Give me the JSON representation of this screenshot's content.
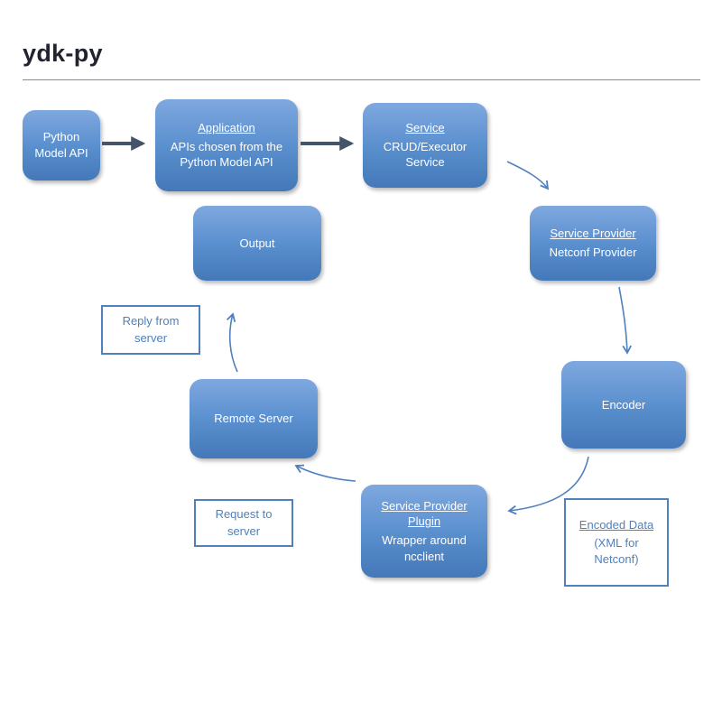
{
  "title": "ydk-py",
  "colors": {
    "node_fill_top": "#7fa8df",
    "node_fill_bottom": "#4478b8",
    "node_text": "#ffffff",
    "callout_border": "#4f81bd",
    "callout_text": "#4f81bd",
    "arrow": "#4f81bd",
    "arrow_dark": "#44546a",
    "title_text": "#21242e"
  },
  "nodes": {
    "python_model_api": {
      "label": "Python Model API"
    },
    "application": {
      "heading": "Application",
      "body": "APIs chosen from the Python Model API"
    },
    "service": {
      "heading": "Service",
      "body": "CRUD/Executor Service"
    },
    "service_provider": {
      "heading": "Service Provider",
      "body": "Netconf Provider"
    },
    "output": {
      "label": "Output"
    },
    "encoder": {
      "label": "Encoder"
    },
    "remote_server": {
      "label": "Remote Server"
    },
    "service_provider_plugin": {
      "heading": "Service Provider Plugin",
      "body": "Wrapper around ncclient"
    }
  },
  "callouts": {
    "reply_from_server": {
      "label": "Reply from server"
    },
    "request_to_server": {
      "label": "Request to server"
    },
    "encoded_data": {
      "heading": "Encoded Data",
      "body": "(XML for Netconf)"
    }
  }
}
